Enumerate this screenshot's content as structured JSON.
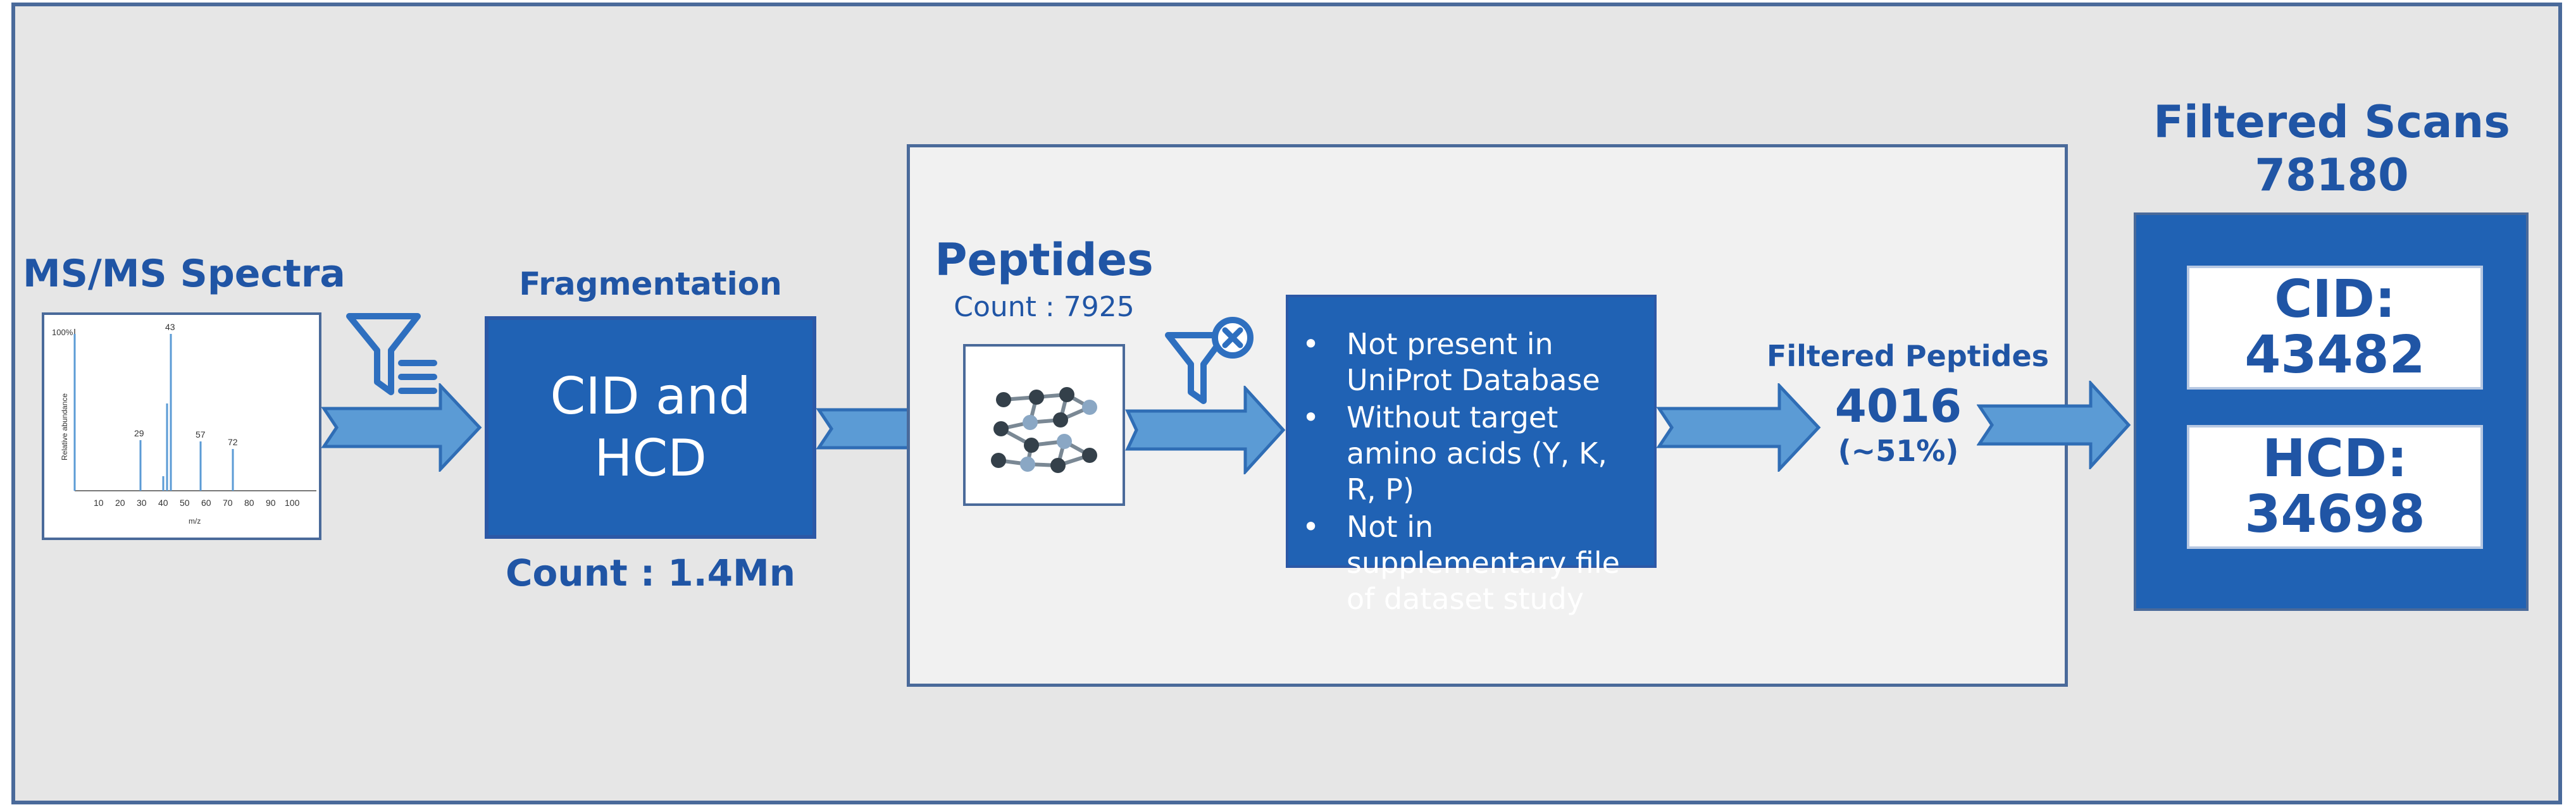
{
  "ms_spectra": {
    "title": "MS/MS Spectra",
    "y_axis_label": "Relative abundance",
    "x_axis_label": "m/z",
    "top_label": "100%",
    "peak_labels": [
      "29",
      "43",
      "57",
      "72"
    ],
    "x_ticks": [
      "10",
      "20",
      "30",
      "40",
      "50",
      "60",
      "70",
      "80",
      "90",
      "100"
    ]
  },
  "fragmentation": {
    "title": "Fragmentation",
    "line1": "CID and",
    "line2": "HCD",
    "count": "Count : 1.4Mn"
  },
  "peptides": {
    "title": "Peptides",
    "count": "Count : 7925"
  },
  "filter_criteria": [
    "Not present in UniProt Database",
    "Without target amino acids (Y, K, R, P)",
    "Not in supplementary file of dataset study"
  ],
  "filtered_peptides": {
    "title": "Filtered Peptides",
    "value": "4016",
    "percent": "(~51%)"
  },
  "filtered_scans": {
    "title": "Filtered Scans",
    "total": "78180",
    "cid_label": "CID:",
    "cid_value": "43482",
    "hcd_label": "HCD:",
    "hcd_value": "34698"
  },
  "colors": {
    "primary_blue": "#2062b4",
    "arrow_fill": "#5b9bd5",
    "background": "#e6e6e6",
    "text_blue": "#2055a5"
  },
  "icons": [
    "filter-icon",
    "filter-remove-icon",
    "molecule-icon"
  ]
}
